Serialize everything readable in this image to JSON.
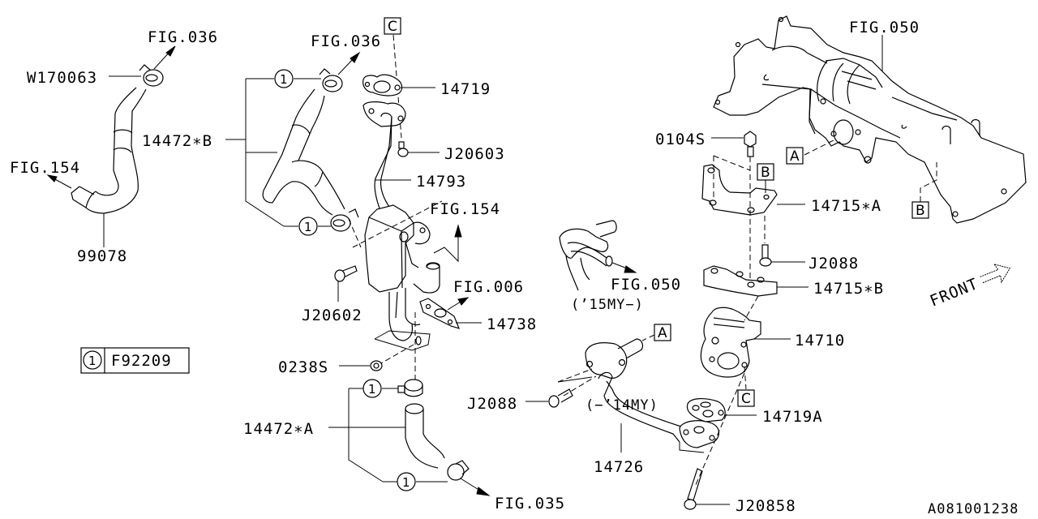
{
  "diagram": {
    "title": "EGR System Parts Diagram",
    "drawing_number": "A081001238",
    "front_indicator": "FRONT",
    "legend": {
      "symbol": "1",
      "part_number": "F92209"
    }
  },
  "figure_references": {
    "fig036_left": "FIG.036",
    "fig036_center": "FIG.036",
    "fig154_left": "FIG.154",
    "fig154_center": "FIG.154",
    "fig006": "FIG.006",
    "fig035": "FIG.035",
    "fig050_manifold": "FIG.050",
    "fig050_pipe": "FIG.050"
  },
  "part_labels": {
    "w170063": "W170063",
    "p99078": "99078",
    "p14472b": "14472∗B",
    "p14472a": "14472∗A",
    "p14719": "14719",
    "j20603": "J20603",
    "p14793": "14793",
    "j20602": "J20602",
    "p14738": "14738",
    "p0238s": "0238S",
    "p0104s": "0104S",
    "p14715a": "14715∗A",
    "j2088_upper": "J2088",
    "p14715b": "14715∗B",
    "p14710": "14710",
    "j2088_lower": "J2088",
    "p14719a": "14719A",
    "p14726": "14726",
    "j20858": "J20858"
  },
  "callout_symbols": {
    "clamp_1": "1"
  },
  "connection_markers": {
    "a_manifold": "A",
    "a_pipe": "A",
    "b_manifold": "B",
    "b_bracket": "B",
    "c_top": "C",
    "c_valve": "C"
  },
  "model_year_notes": {
    "from_15my": "(’15MY−)",
    "to_14my": "(−’14MY)"
  }
}
